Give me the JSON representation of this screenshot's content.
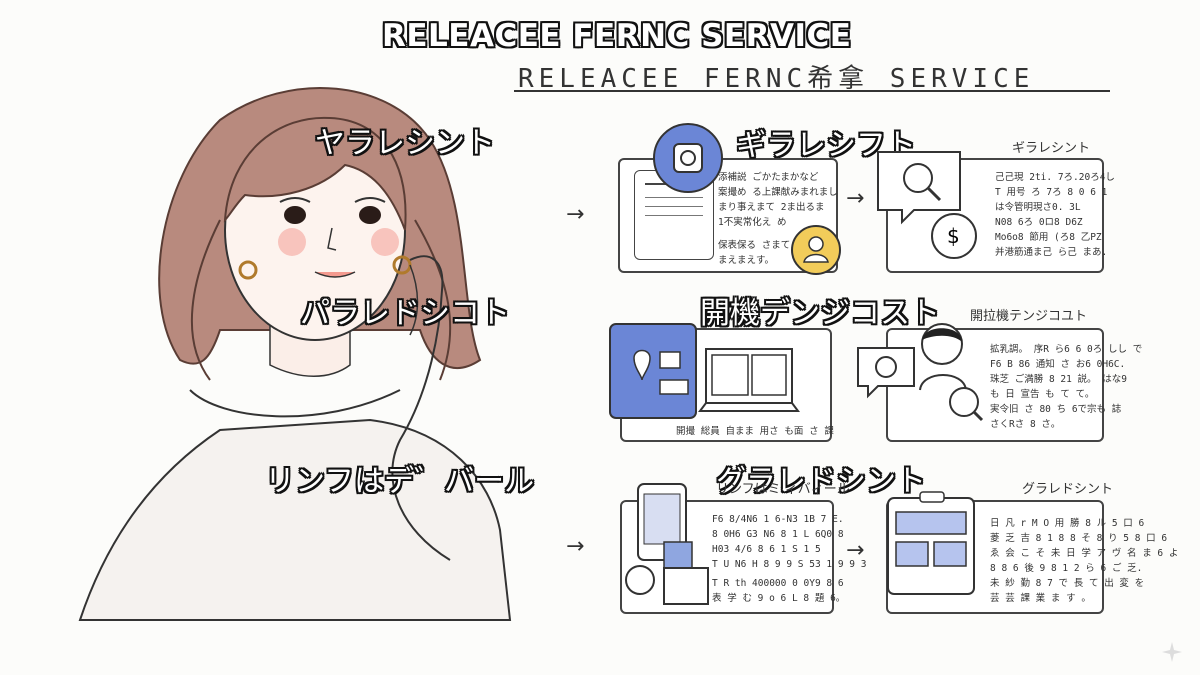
{
  "overlay_title": "RELEACEE FERNC SERVICE",
  "printed_title": "RELEACEE FERNC希拿 SERVICE",
  "row1": {
    "left_caption": "ヤラレシント",
    "right_caption": "ギラレシフト",
    "small_label": "ギラレシント",
    "doc_text": "添補説 ごかたまかなど\n案撮め る上課献みまれまし\nまり事えまて 2ま出るま\n1不実常化え め",
    "doc_text2": "保表保る さまて\nまえまえす。",
    "right_text": "己己現 2ti. 7ろ.20ろ4し\nT 用号 ろ 7ろ 8 0 6 1\nは令管明現さ0. 3L\nN08 6ろ 0ロ8 D6Z\nMo6o8 節用 (ろ8 乙PZ\n并港筋通ま己 ら己 まあ."
  },
  "row2": {
    "left_caption": "パラレドシコト",
    "right_caption": "開機デンジコスト",
    "small_label": "開拉機テンジコユト",
    "mid_text": "開撮 総員 自まま 用さ も面 さ 課",
    "right_text": "拡乳調。 序R ら6 6 0ろ しし で\nF6 B 86 通知 さ お6 0H6C.\n珠芝 ご満勝 8 21 説。 はな9\nも 日 宣告 も て て。\n実令旧 さ 80 ち 6で宗も 誌\nさくRさ 8 さ。"
  },
  "row3": {
    "left_caption": "リンフはデ゛バール",
    "right_caption": "グラレドシント",
    "small_label": "グラレドシント",
    "mid_label": "リンフはミ ィバィール",
    "doc_text": "F6 8/4N6 1 6-N3 1B 7 E.\n8 0H6 G3 N6 8 1 L 6Q0 8\nH03 4/6 8 6 1 S 1 5\nT U N6 H 8 9 9 S 53 1 9 9 3",
    "doc_text2": "T R th 400000 0 0Y9 8 6\n表 学 む 9 o 6 L 8 題 6。",
    "right_text": "日 凡 r M O 用 勝 8 ル 5 口 6\n菱 乏 吉 8 1 8 8 そ 8 り 5 8 口 6\nゑ 会 こ そ 未 日 学 ア ヴ 名 ま 6 よ\n8 8 6 後 9 8 1 2 ら 6 ご 乏.\n未 紗 勤 8 7 で 長 て 出 変 を\n芸 芸 課 業 ま す 。"
  }
}
